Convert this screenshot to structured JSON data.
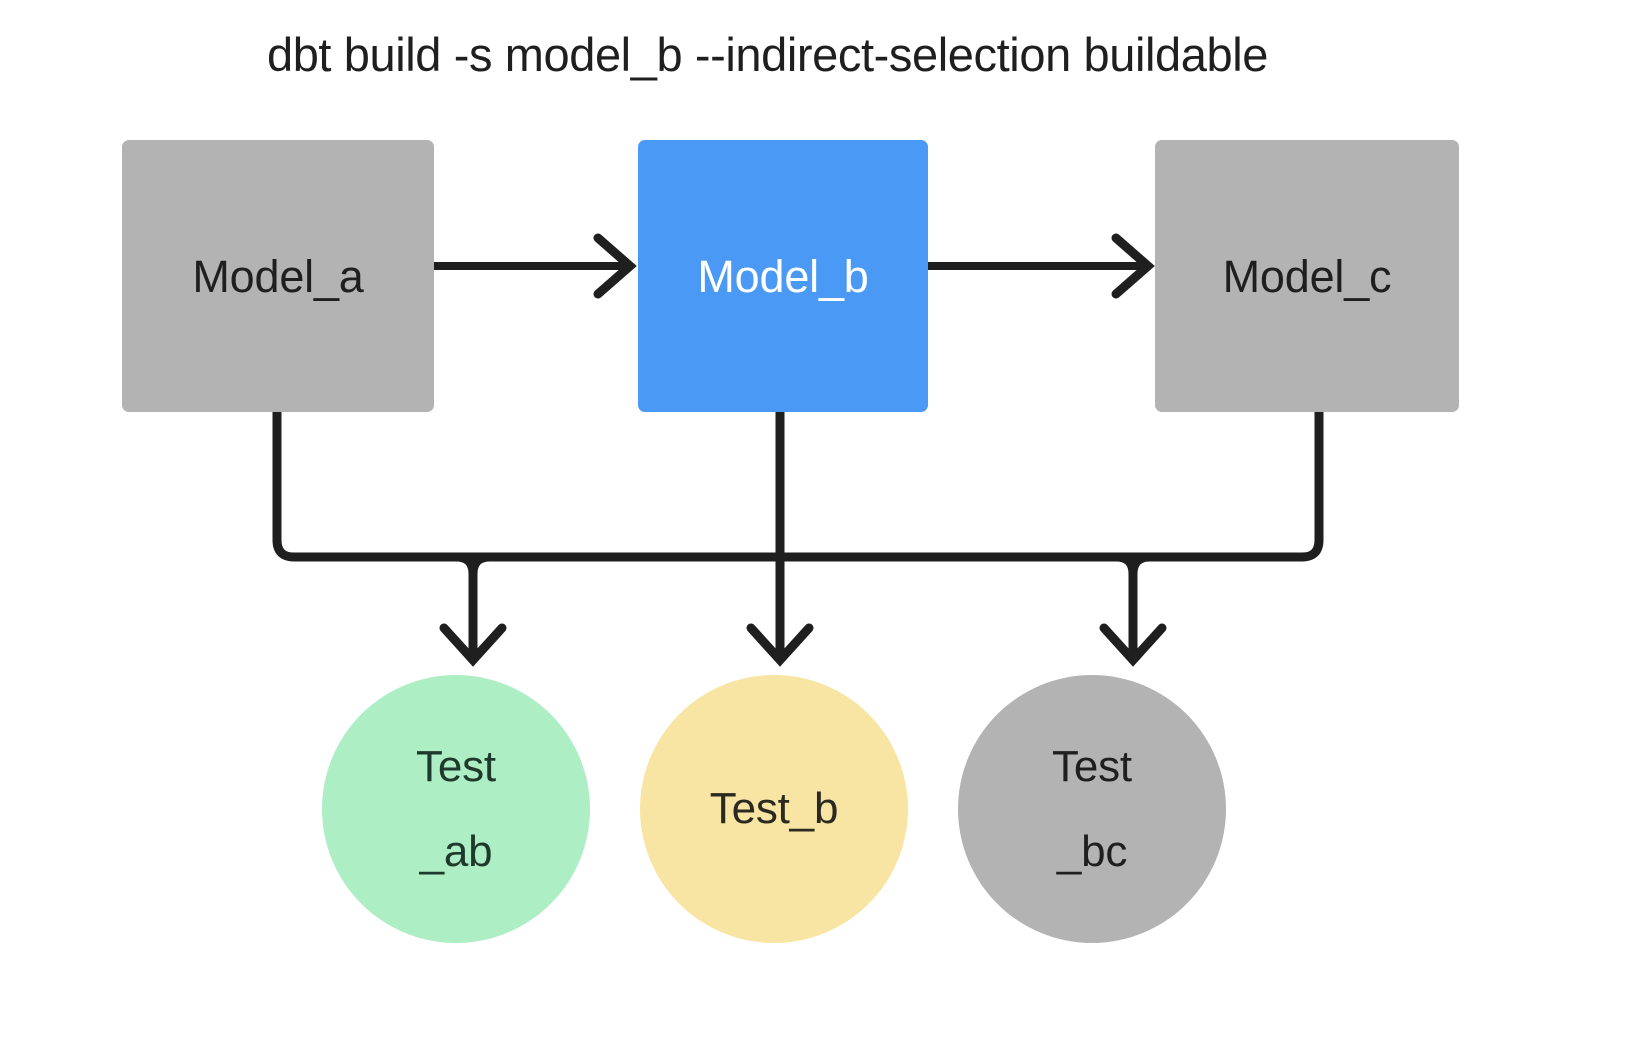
{
  "title": "dbt build -s model_b --indirect-selection buildable",
  "colors": {
    "background": "#ffffff",
    "edge": "#1f1f1f",
    "model_default": "#b3b3b3",
    "model_selected": "#4a9af5",
    "test_pass_green": "#aeeec5",
    "test_warn_yellow": "#f8e5a4",
    "test_default_gray": "#b3b3b3",
    "text_dark": "#1f1f1f",
    "text_light": "#ffffff"
  },
  "models": [
    {
      "id": "model_a",
      "label": "Model_a",
      "color": "#b3b3b3",
      "text_color": "#1f1f1f",
      "selected": false
    },
    {
      "id": "model_b",
      "label": "Model_b",
      "color": "#4a9af5",
      "text_color": "#ffffff",
      "selected": true
    },
    {
      "id": "model_c",
      "label": "Model_c",
      "color": "#b3b3b3",
      "text_color": "#1f1f1f",
      "selected": false
    }
  ],
  "tests": [
    {
      "id": "test_ab",
      "line1": "Test",
      "line2": "_ab",
      "color": "#aeeec5",
      "text_color": "#1f3a2a"
    },
    {
      "id": "test_b",
      "line1": "Test_b",
      "line2": "",
      "color": "#f8e5a4",
      "text_color": "#2b2a20"
    },
    {
      "id": "test_bc",
      "line1": "Test",
      "line2": "_bc",
      "color": "#b3b3b3",
      "text_color": "#1f1f1f"
    }
  ],
  "edges": [
    {
      "from": "model_a",
      "to": "model_b",
      "kind": "model-to-model"
    },
    {
      "from": "model_b",
      "to": "model_c",
      "kind": "model-to-model"
    },
    {
      "from": "model_a",
      "to": "test_ab",
      "kind": "model-to-test"
    },
    {
      "from": "model_b",
      "to": "test_ab",
      "kind": "model-to-test"
    },
    {
      "from": "model_b",
      "to": "test_b",
      "kind": "model-to-test"
    },
    {
      "from": "model_b",
      "to": "test_bc",
      "kind": "model-to-test"
    },
    {
      "from": "model_c",
      "to": "test_bc",
      "kind": "model-to-test"
    }
  ]
}
